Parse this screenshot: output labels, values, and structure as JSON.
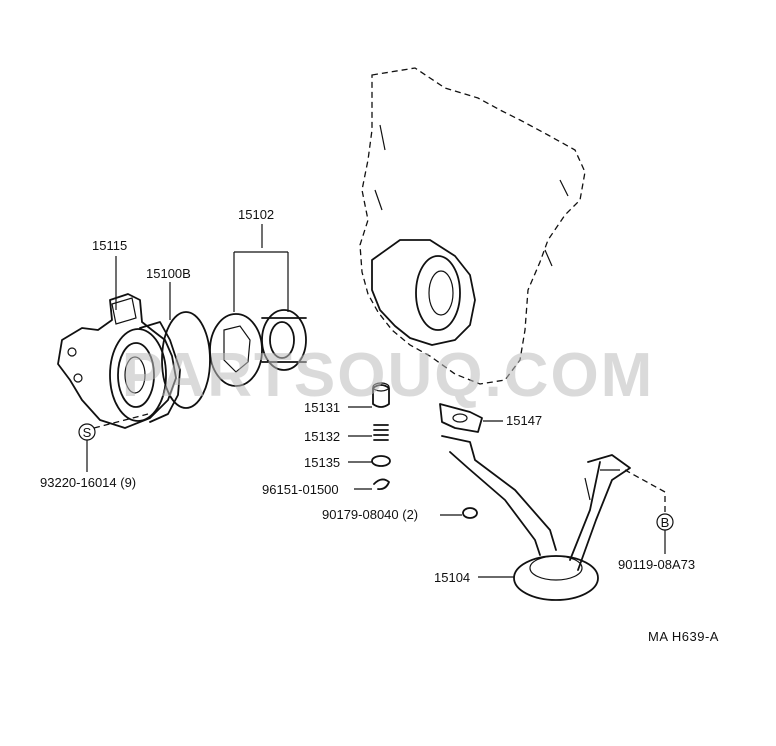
{
  "diagram": {
    "callouts": {
      "c15115": "15115",
      "c15100B": "15100B",
      "c15102": "15102",
      "c15131": "15131",
      "c15132": "15132",
      "c15135": "15135",
      "c96151": "96151-01500",
      "c90179": "90179-08040 (2)",
      "c15147": "15147",
      "c15104": "15104",
      "c93220": "93220-16014 (9)",
      "c90119": "90119-08A73"
    },
    "markers": {
      "s": "S",
      "b": "B"
    },
    "reference": "MA  H639-A",
    "watermark": "PARTSOUQ.COM"
  }
}
